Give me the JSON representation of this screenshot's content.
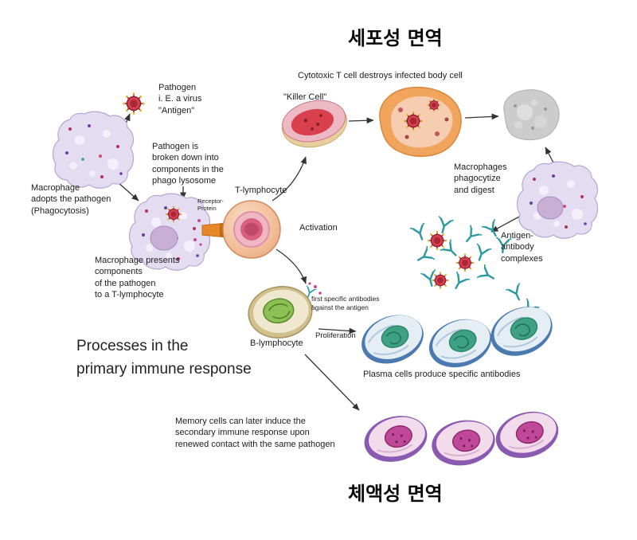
{
  "titles": {
    "top": "세포성 면역",
    "bottom": "체액성 면역",
    "main": "Processes in the\nprimary immune response"
  },
  "labels": {
    "cytotoxic_caption": "Cytotoxic T cell destroys infected body cell",
    "pathogen": "Pathogen\ni. E. a virus\n\"Antigen\"",
    "killer_cell": "\"Killer Cell\"",
    "macrophage_adopts": "Macrophage\nadopts the pathogen\n(Phagocytosis)",
    "pathogen_broken": "Pathogen is\nbroken down into\ncomponents in the\nphago lysosome",
    "t_lymphocyte": "T-lymphocyte",
    "receptor_protein": "Receptor-\nProtein",
    "macrophages_phagocytize": "Macrophages\nphagocytize\nand digest",
    "activation": "Activation",
    "antigen_antibody": "Antigen-\nantibody\ncomplexes",
    "macrophage_presents": "Macrophage presents\ncomponents\nof the pathogen\nto a T-lymphocyte",
    "first_antibodies": "first specific antibodies\nagainst the antigen",
    "b_lymphocyte": "B-lymphocyte",
    "proliferation": "Proliferation",
    "plasma_caption": "Plasma cells produce specific antibodies",
    "memory_caption": "Memory cells can later induce the\nsecondary immune response upon\nrenewed contact with the same pathogen"
  },
  "colors": {
    "macrophage_fill": "#e4dcf0",
    "macrophage_stroke": "#b6a6cf",
    "t_cell_fill": "#f0b890",
    "killer_fill": "#d8404e",
    "infected_fill": "#f0a45c",
    "dead_cell_fill": "#cccccc",
    "b_cell_rim": "#cfc08e",
    "b_cell_nucleus": "#8cc054",
    "plasma_rim": "#4a7ab0",
    "plasma_nucleus": "#3fa184",
    "memory_rim": "#8a5ab0",
    "memory_nucleus": "#c04898",
    "antibody": "#2a9aa0",
    "virus": "#d8404e",
    "receptor": "#e8872a",
    "arrow": "#333333"
  }
}
